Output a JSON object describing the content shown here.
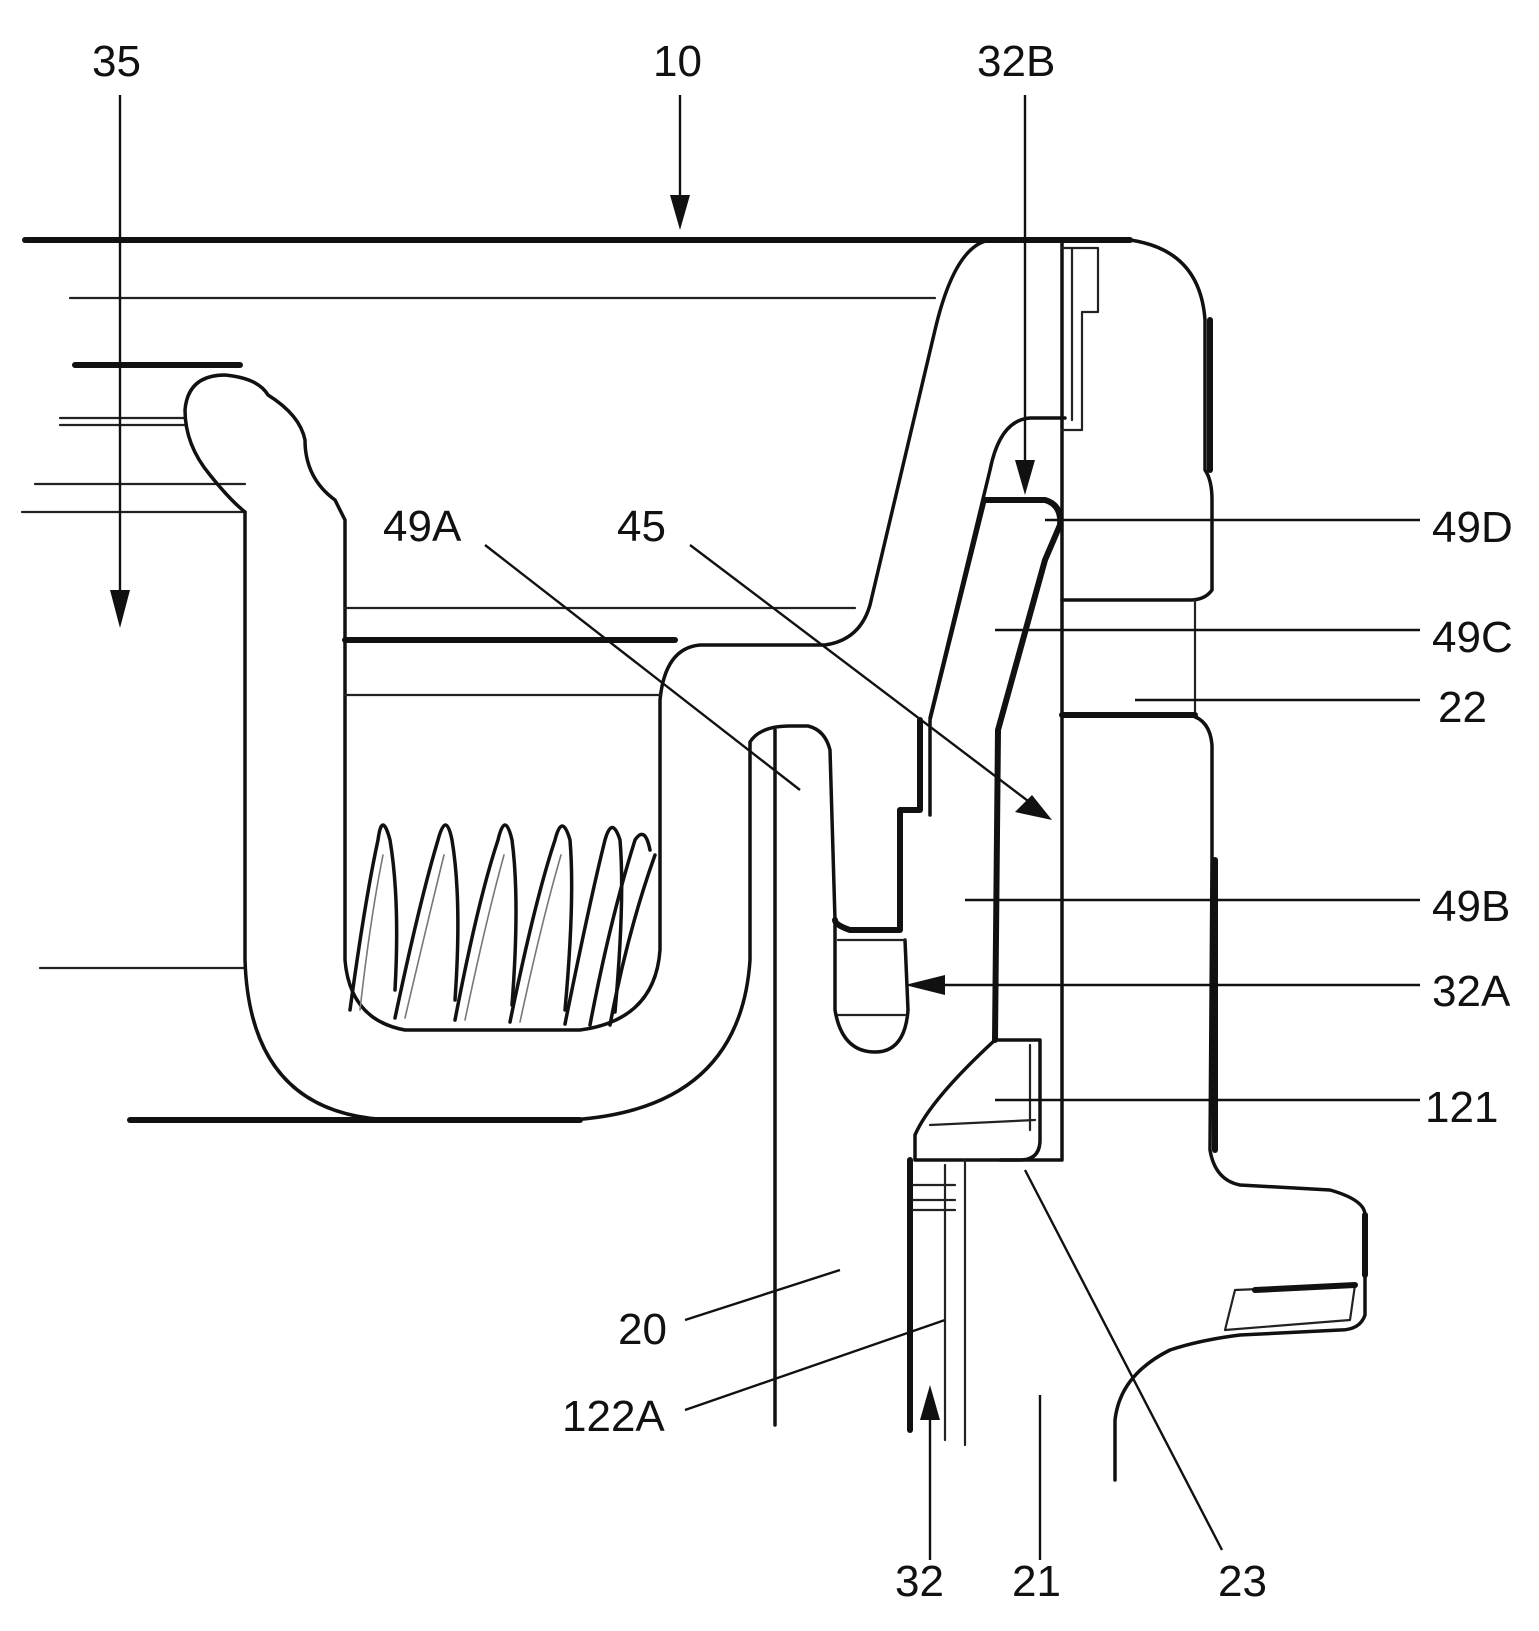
{
  "labels": {
    "l35": "35",
    "l10": "10",
    "l32B": "32B",
    "l49A": "49A",
    "l45": "45",
    "l49D": "49D",
    "l49C": "49C",
    "l22": "22",
    "l49B": "49B",
    "l32A": "32A",
    "l121": "121",
    "l20": "20",
    "l122A": "122A",
    "l32": "32",
    "l21": "21",
    "l23": "23"
  }
}
